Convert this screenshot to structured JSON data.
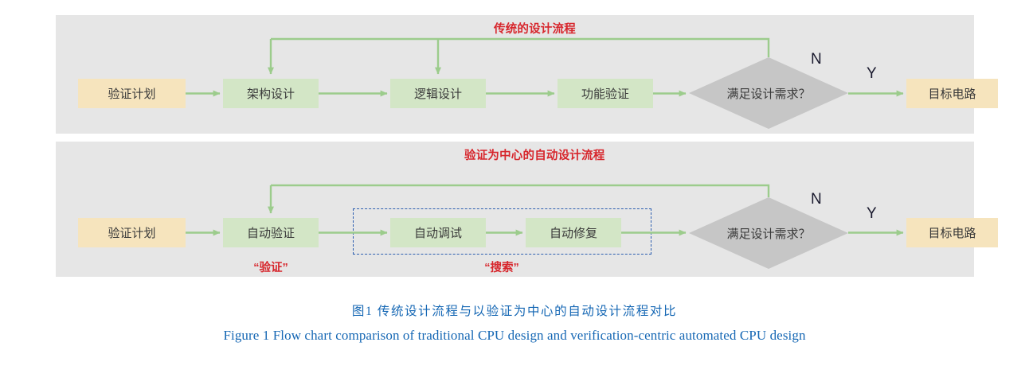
{
  "figure": {
    "caption_cn": "图1   传统设计流程与以验证为中心的自动设计流程对比",
    "caption_en": "Figure 1   Flow chart comparison of traditional CPU design and verification-centric automated CPU design",
    "caption_color": "#1567b4"
  },
  "colors": {
    "panel_bg": "#e6e6e6",
    "terminal_node": "#f6e4bd",
    "process_node": "#d3e6c6",
    "decision_node": "#c6c6c6",
    "edge": "#9ccc8c",
    "title_red": "#d7262c",
    "dashed_blue": "#2e5fb0"
  },
  "flow_traditional": {
    "title": "传统的设计流程",
    "nodes": [
      {
        "id": "plan",
        "label": "验证计划",
        "type": "terminal"
      },
      {
        "id": "arch",
        "label": "架构设计",
        "type": "process"
      },
      {
        "id": "logic",
        "label": "逻辑设计",
        "type": "process"
      },
      {
        "id": "funcver",
        "label": "功能验证",
        "type": "process"
      },
      {
        "id": "decision",
        "label": "满足设计需求？",
        "type": "decision"
      },
      {
        "id": "target",
        "label": "目标电路",
        "type": "terminal"
      }
    ],
    "branch_no": "N",
    "branch_yes": "Y"
  },
  "flow_automated": {
    "title": "验证为中心的自动设计流程",
    "nodes": [
      {
        "id": "plan",
        "label": "验证计划",
        "type": "terminal"
      },
      {
        "id": "autover",
        "label": "自动验证",
        "type": "process"
      },
      {
        "id": "autodbg",
        "label": "自动调试",
        "type": "process"
      },
      {
        "id": "autofix",
        "label": "自动修复",
        "type": "process"
      },
      {
        "id": "decision",
        "label": "满足设计需求？",
        "type": "decision"
      },
      {
        "id": "target",
        "label": "目标电路",
        "type": "terminal"
      }
    ],
    "branch_no": "N",
    "branch_yes": "Y",
    "annotations": [
      {
        "id": "verify",
        "label": "“验证”"
      },
      {
        "id": "search",
        "label": "“搜索”"
      }
    ]
  }
}
